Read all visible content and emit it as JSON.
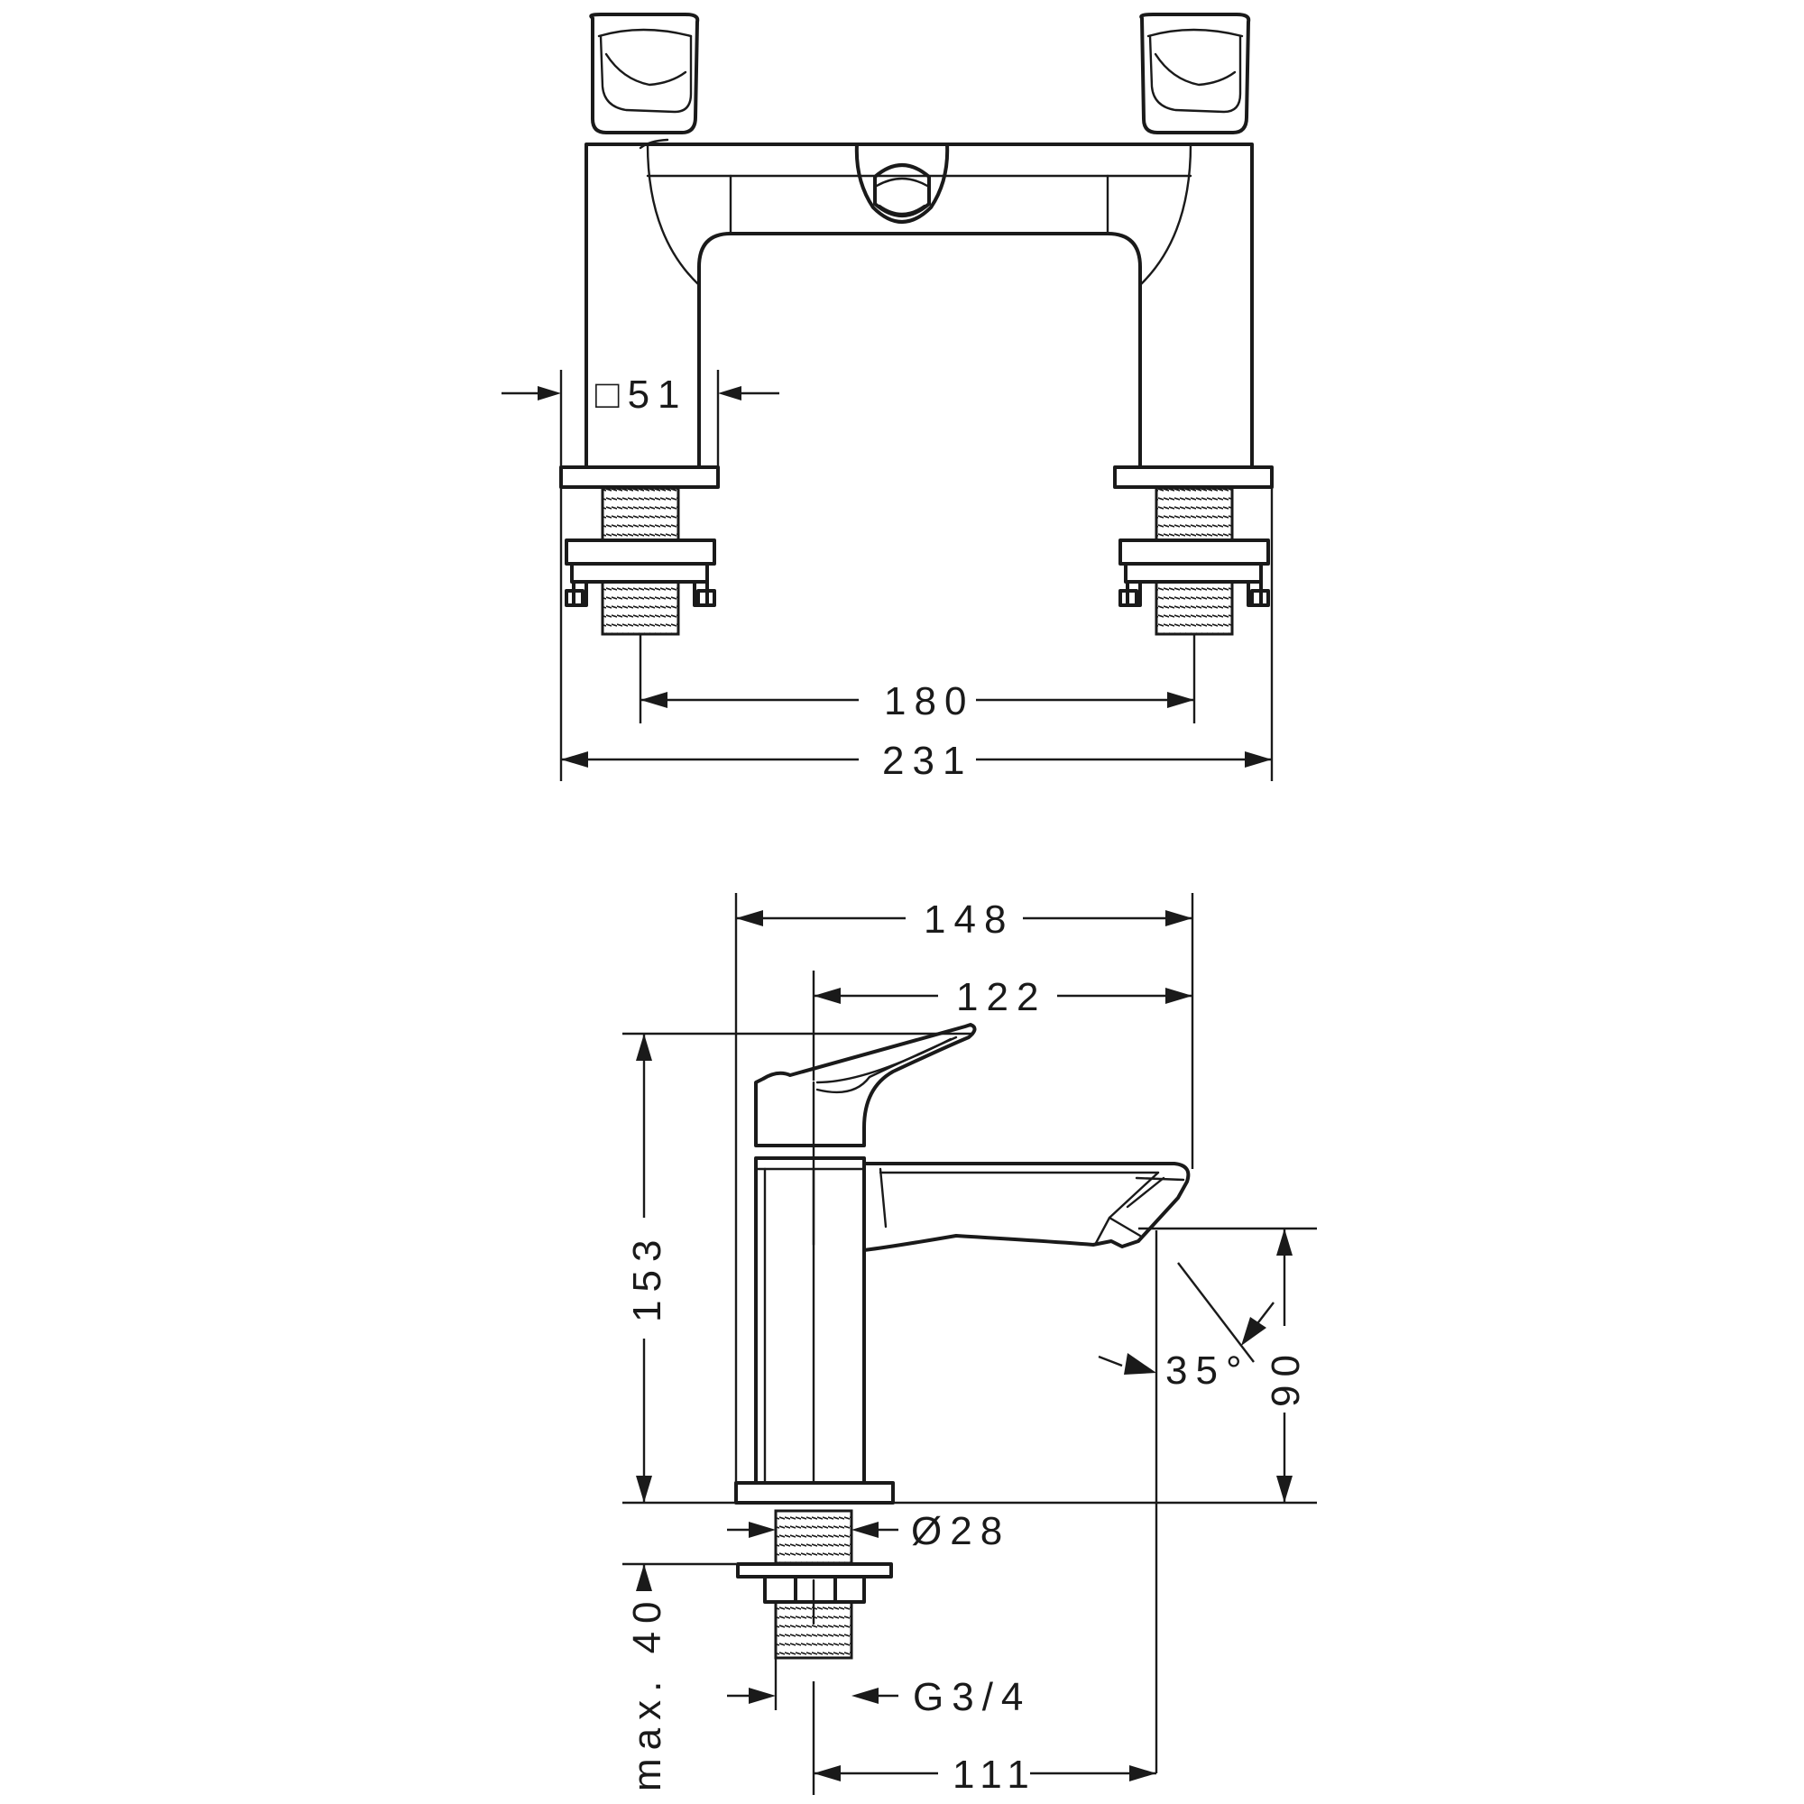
{
  "front_view": {
    "square_label": "□51",
    "dim_inner": "180",
    "dim_outer": "231"
  },
  "side_view": {
    "dim_148": "148",
    "dim_122": "122",
    "dim_153": "153",
    "dim_90": "90",
    "dim_angle": "35°",
    "dim_dia": "Ø28",
    "dim_max40": "max. 40",
    "dim_thread": "G3/4",
    "dim_111": "111"
  }
}
